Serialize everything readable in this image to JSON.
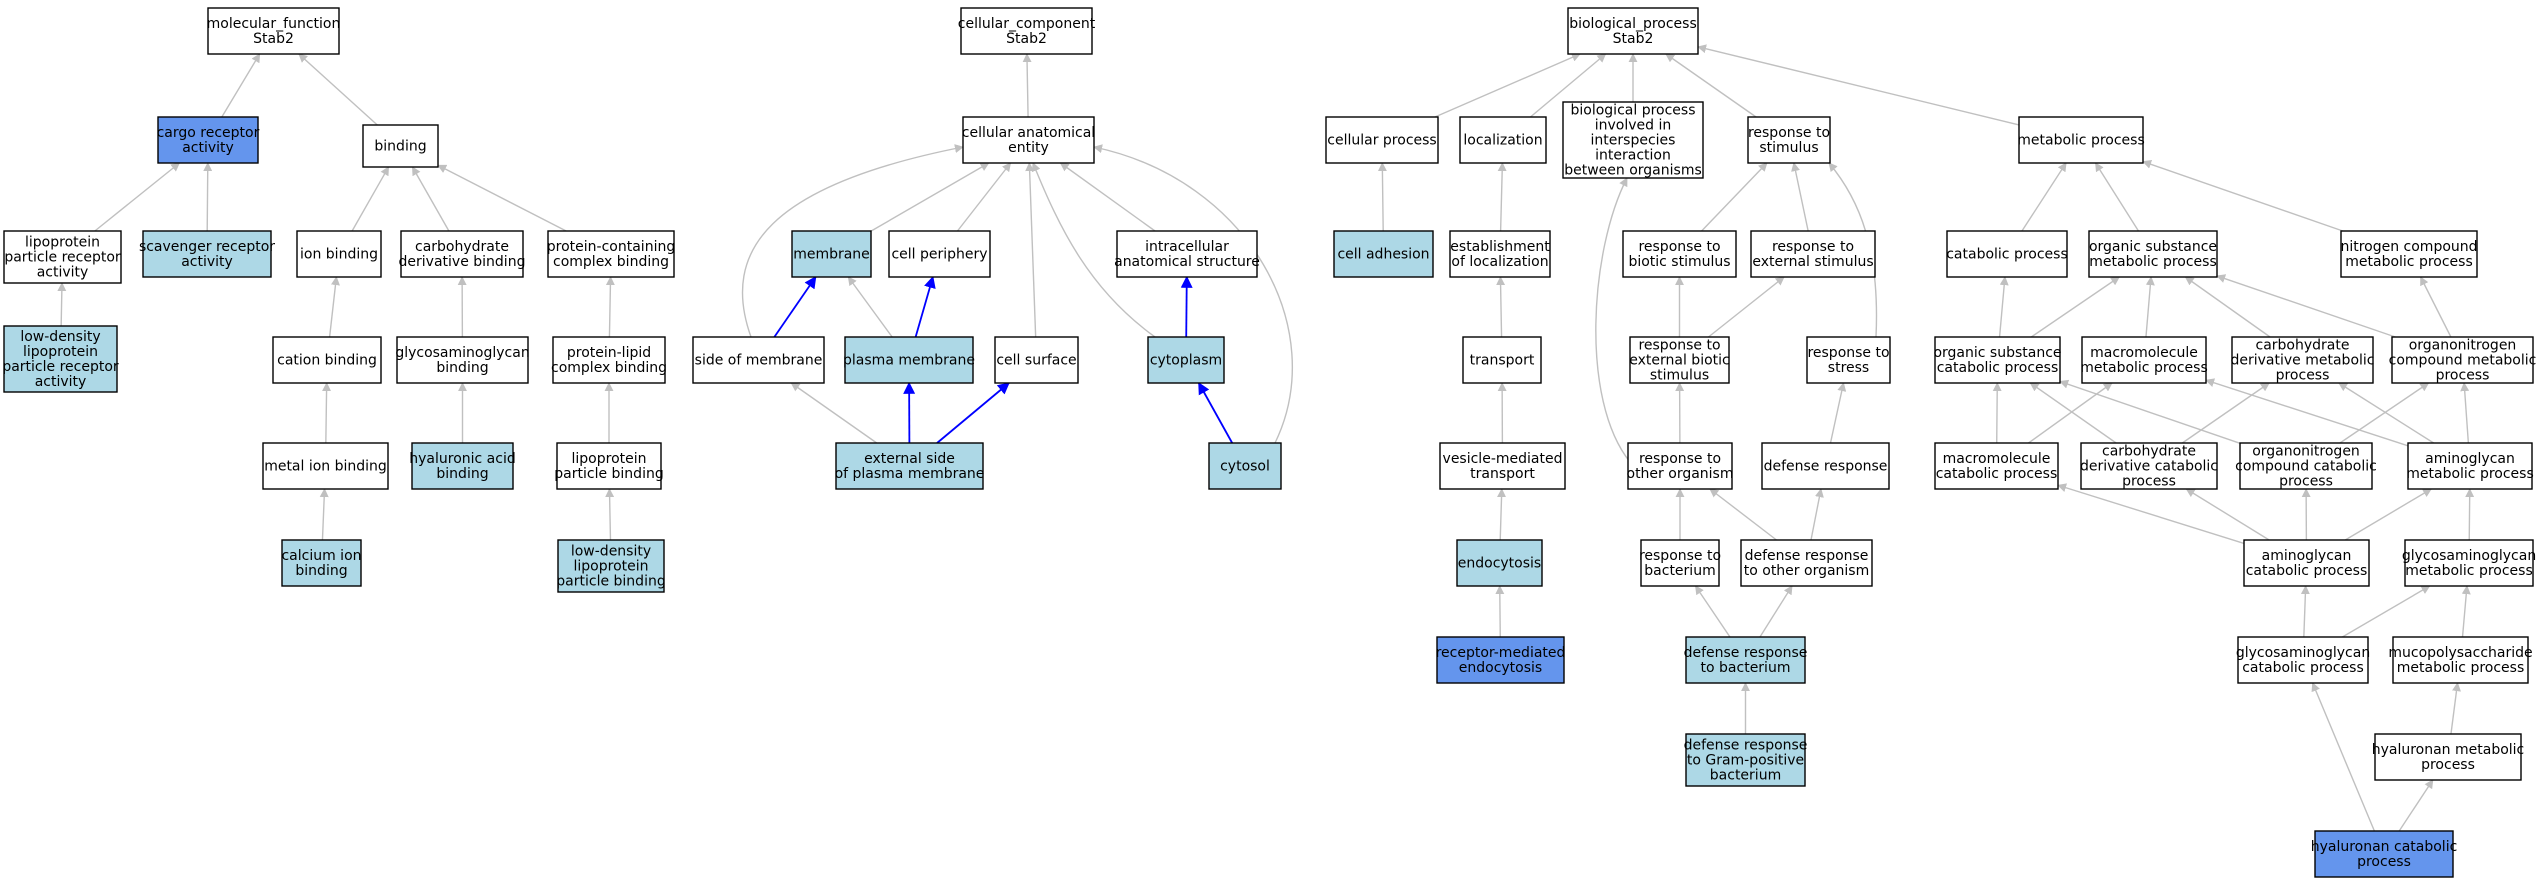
{
  "colors": {
    "plain": "#ffffff",
    "annotated": "#add8e6",
    "query": "#6495ed",
    "edge_gray": "#c0c0c0",
    "edge_blue": "#0000ff"
  },
  "nodes": [
    {
      "id": "mf",
      "lines": [
        "molecular_function",
        "Stab2"
      ],
      "kind": "plain"
    },
    {
      "id": "cargo",
      "lines": [
        "cargo receptor",
        "activity"
      ],
      "kind": "query"
    },
    {
      "id": "binding",
      "lines": [
        "binding"
      ],
      "kind": "plain"
    },
    {
      "id": "lipo_rec",
      "lines": [
        "lipoprotein",
        "particle receptor",
        "activity"
      ],
      "kind": "plain"
    },
    {
      "id": "scav",
      "lines": [
        "scavenger receptor",
        "activity"
      ],
      "kind": "annotated"
    },
    {
      "id": "ldl_rec",
      "lines": [
        "low-density",
        "lipoprotein",
        "particle receptor",
        "activity"
      ],
      "kind": "annotated"
    },
    {
      "id": "ion_b",
      "lines": [
        "ion binding"
      ],
      "kind": "plain"
    },
    {
      "id": "carb_b",
      "lines": [
        "carbohydrate",
        "derivative binding"
      ],
      "kind": "plain"
    },
    {
      "id": "prot_cx",
      "lines": [
        "protein-containing",
        "complex binding"
      ],
      "kind": "plain"
    },
    {
      "id": "cation_b",
      "lines": [
        "cation binding"
      ],
      "kind": "plain"
    },
    {
      "id": "gag_b",
      "lines": [
        "glycosaminoglycan",
        "binding"
      ],
      "kind": "plain"
    },
    {
      "id": "prot_lip",
      "lines": [
        "protein-lipid",
        "complex binding"
      ],
      "kind": "plain"
    },
    {
      "id": "metal_b",
      "lines": [
        "metal ion binding"
      ],
      "kind": "plain"
    },
    {
      "id": "hyal_b",
      "lines": [
        "hyaluronic acid",
        "binding"
      ],
      "kind": "annotated"
    },
    {
      "id": "lipo_b",
      "lines": [
        "lipoprotein",
        "particle binding"
      ],
      "kind": "plain"
    },
    {
      "id": "ca_b",
      "lines": [
        "calcium ion",
        "binding"
      ],
      "kind": "annotated"
    },
    {
      "id": "ldl_b",
      "lines": [
        "low-density",
        "lipoprotein",
        "particle binding"
      ],
      "kind": "annotated"
    },
    {
      "id": "cc",
      "lines": [
        "cellular_component",
        "Stab2"
      ],
      "kind": "plain"
    },
    {
      "id": "cae",
      "lines": [
        "cellular anatomical",
        "entity"
      ],
      "kind": "plain"
    },
    {
      "id": "membrane",
      "lines": [
        "membrane"
      ],
      "kind": "annotated"
    },
    {
      "id": "periph",
      "lines": [
        "cell periphery"
      ],
      "kind": "plain"
    },
    {
      "id": "intra",
      "lines": [
        "intracellular",
        "anatomical structure"
      ],
      "kind": "plain"
    },
    {
      "id": "side_m",
      "lines": [
        "side of membrane"
      ],
      "kind": "plain"
    },
    {
      "id": "plasma",
      "lines": [
        "plasma membrane"
      ],
      "kind": "annotated"
    },
    {
      "id": "surface",
      "lines": [
        "cell surface"
      ],
      "kind": "plain"
    },
    {
      "id": "cytoplasm",
      "lines": [
        "cytoplasm"
      ],
      "kind": "annotated"
    },
    {
      "id": "ext_pm",
      "lines": [
        "external side",
        "of plasma membrane"
      ],
      "kind": "annotated"
    },
    {
      "id": "cytosol",
      "lines": [
        "cytosol"
      ],
      "kind": "annotated"
    },
    {
      "id": "bp",
      "lines": [
        "biological_process",
        "Stab2"
      ],
      "kind": "plain"
    },
    {
      "id": "cell_proc",
      "lines": [
        "cellular process"
      ],
      "kind": "plain"
    },
    {
      "id": "local",
      "lines": [
        "localization"
      ],
      "kind": "plain"
    },
    {
      "id": "inter",
      "lines": [
        "biological process",
        "involved in",
        "interspecies",
        "interaction",
        "between organisms"
      ],
      "kind": "plain"
    },
    {
      "id": "stim",
      "lines": [
        "response to",
        "stimulus"
      ],
      "kind": "plain"
    },
    {
      "id": "metab",
      "lines": [
        "metabolic process"
      ],
      "kind": "plain"
    },
    {
      "id": "adhesion",
      "lines": [
        "cell adhesion"
      ],
      "kind": "annotated"
    },
    {
      "id": "estab",
      "lines": [
        "establishment",
        "of localization"
      ],
      "kind": "plain"
    },
    {
      "id": "biotic",
      "lines": [
        "response to",
        "biotic stimulus"
      ],
      "kind": "plain"
    },
    {
      "id": "extstim",
      "lines": [
        "response to",
        "external stimulus"
      ],
      "kind": "plain"
    },
    {
      "id": "catab",
      "lines": [
        "catabolic process"
      ],
      "kind": "plain"
    },
    {
      "id": "org_met",
      "lines": [
        "organic substance",
        "metabolic process"
      ],
      "kind": "plain"
    },
    {
      "id": "nit_met",
      "lines": [
        "nitrogen compound",
        "metabolic process"
      ],
      "kind": "plain"
    },
    {
      "id": "transport",
      "lines": [
        "transport"
      ],
      "kind": "plain"
    },
    {
      "id": "ext_biotic",
      "lines": [
        "response to",
        "external biotic",
        "stimulus"
      ],
      "kind": "plain"
    },
    {
      "id": "stress",
      "lines": [
        "response to",
        "stress"
      ],
      "kind": "plain"
    },
    {
      "id": "org_cat",
      "lines": [
        "organic substance",
        "catabolic process"
      ],
      "kind": "plain"
    },
    {
      "id": "macro_met",
      "lines": [
        "macromolecule",
        "metabolic process"
      ],
      "kind": "plain"
    },
    {
      "id": "carb_met",
      "lines": [
        "carbohydrate",
        "derivative metabolic",
        "process"
      ],
      "kind": "plain"
    },
    {
      "id": "on_met",
      "lines": [
        "organonitrogen",
        "compound metabolic",
        "process"
      ],
      "kind": "plain"
    },
    {
      "id": "vesicle",
      "lines": [
        "vesicle-mediated",
        "transport"
      ],
      "kind": "plain"
    },
    {
      "id": "other_org",
      "lines": [
        "response to",
        "other organism"
      ],
      "kind": "plain"
    },
    {
      "id": "defense",
      "lines": [
        "defense response"
      ],
      "kind": "plain"
    },
    {
      "id": "macro_cat",
      "lines": [
        "macromolecule",
        "catabolic process"
      ],
      "kind": "plain"
    },
    {
      "id": "carb_cat",
      "lines": [
        "carbohydrate",
        "derivative catabolic",
        "process"
      ],
      "kind": "plain"
    },
    {
      "id": "on_cat",
      "lines": [
        "organonitrogen",
        "compound catabolic",
        "process"
      ],
      "kind": "plain"
    },
    {
      "id": "amino_met",
      "lines": [
        "aminoglycan",
        "metabolic process"
      ],
      "kind": "plain"
    },
    {
      "id": "endo",
      "lines": [
        "endocytosis"
      ],
      "kind": "annotated"
    },
    {
      "id": "resp_bact",
      "lines": [
        "response to",
        "bacterium"
      ],
      "kind": "plain"
    },
    {
      "id": "def_other",
      "lines": [
        "defense response",
        "to other organism"
      ],
      "kind": "plain"
    },
    {
      "id": "amino_cat",
      "lines": [
        "aminoglycan",
        "catabolic process"
      ],
      "kind": "plain"
    },
    {
      "id": "gag_met",
      "lines": [
        "glycosaminoglycan",
        "metabolic process"
      ],
      "kind": "plain"
    },
    {
      "id": "rme",
      "lines": [
        "receptor-mediated",
        "endocytosis"
      ],
      "kind": "query"
    },
    {
      "id": "def_bact",
      "lines": [
        "defense response",
        "to bacterium"
      ],
      "kind": "annotated"
    },
    {
      "id": "gag_cat",
      "lines": [
        "glycosaminoglycan",
        "catabolic process"
      ],
      "kind": "plain"
    },
    {
      "id": "mps_met",
      "lines": [
        "mucopolysaccharide",
        "metabolic process"
      ],
      "kind": "plain"
    },
    {
      "id": "def_gram",
      "lines": [
        "defense response",
        "to Gram-positive",
        "bacterium"
      ],
      "kind": "annotated"
    },
    {
      "id": "hyal_met",
      "lines": [
        "hyaluronan metabolic",
        "process"
      ],
      "kind": "plain"
    },
    {
      "id": "hyal_cat",
      "lines": [
        "hyaluronan catabolic",
        "process"
      ],
      "kind": "query"
    }
  ],
  "edges": [
    {
      "from": "cargo",
      "to": "mf",
      "color": "gray"
    },
    {
      "from": "binding",
      "to": "mf",
      "color": "gray"
    },
    {
      "from": "lipo_rec",
      "to": "cargo",
      "color": "gray"
    },
    {
      "from": "scav",
      "to": "cargo",
      "color": "gray"
    },
    {
      "from": "ldl_rec",
      "to": "lipo_rec",
      "color": "gray"
    },
    {
      "from": "ion_b",
      "to": "binding",
      "color": "gray"
    },
    {
      "from": "carb_b",
      "to": "binding",
      "color": "gray"
    },
    {
      "from": "prot_cx",
      "to": "binding",
      "color": "gray"
    },
    {
      "from": "cation_b",
      "to": "ion_b",
      "color": "gray"
    },
    {
      "from": "gag_b",
      "to": "carb_b",
      "color": "gray"
    },
    {
      "from": "prot_lip",
      "to": "prot_cx",
      "color": "gray"
    },
    {
      "from": "metal_b",
      "to": "cation_b",
      "color": "gray"
    },
    {
      "from": "hyal_b",
      "to": "gag_b",
      "color": "gray"
    },
    {
      "from": "lipo_b",
      "to": "prot_lip",
      "color": "gray"
    },
    {
      "from": "ca_b",
      "to": "metal_b",
      "color": "gray"
    },
    {
      "from": "ldl_b",
      "to": "lipo_b",
      "color": "gray"
    },
    {
      "from": "cae",
      "to": "cc",
      "color": "gray"
    },
    {
      "from": "membrane",
      "to": "cae",
      "color": "gray"
    },
    {
      "from": "periph",
      "to": "cae",
      "color": "gray"
    },
    {
      "from": "surface",
      "to": "cae",
      "color": "gray"
    },
    {
      "from": "intra",
      "to": "cae",
      "color": "gray"
    },
    {
      "from": "side_m",
      "to": "cae",
      "color": "gray",
      "curve": "side_m_cae"
    },
    {
      "from": "cytoplasm",
      "to": "cae",
      "color": "gray",
      "curve": "cytoplasm_cae"
    },
    {
      "from": "cytosol",
      "to": "cae",
      "color": "gray",
      "curve": "cytosol_cae"
    },
    {
      "from": "side_m",
      "to": "membrane",
      "color": "blue"
    },
    {
      "from": "plasma",
      "to": "membrane",
      "color": "gray"
    },
    {
      "from": "plasma",
      "to": "periph",
      "color": "blue"
    },
    {
      "from": "cytoplasm",
      "to": "intra",
      "color": "blue"
    },
    {
      "from": "ext_pm",
      "to": "side_m",
      "color": "gray"
    },
    {
      "from": "ext_pm",
      "to": "plasma",
      "color": "blue"
    },
    {
      "from": "ext_pm",
      "to": "surface",
      "color": "blue"
    },
    {
      "from": "cytosol",
      "to": "cytoplasm",
      "color": "blue"
    },
    {
      "from": "cell_proc",
      "to": "bp",
      "color": "gray"
    },
    {
      "from": "local",
      "to": "bp",
      "color": "gray"
    },
    {
      "from": "inter",
      "to": "bp",
      "color": "gray"
    },
    {
      "from": "stim",
      "to": "bp",
      "color": "gray"
    },
    {
      "from": "metab",
      "to": "bp",
      "color": "gray"
    },
    {
      "from": "adhesion",
      "to": "cell_proc",
      "color": "gray"
    },
    {
      "from": "estab",
      "to": "local",
      "color": "gray"
    },
    {
      "from": "biotic",
      "to": "stim",
      "color": "gray"
    },
    {
      "from": "extstim",
      "to": "stim",
      "color": "gray"
    },
    {
      "from": "stress",
      "to": "stim",
      "color": "gray",
      "curve": "stress_stim"
    },
    {
      "from": "catab",
      "to": "metab",
      "color": "gray"
    },
    {
      "from": "org_met",
      "to": "metab",
      "color": "gray"
    },
    {
      "from": "nit_met",
      "to": "metab",
      "color": "gray"
    },
    {
      "from": "transport",
      "to": "estab",
      "color": "gray"
    },
    {
      "from": "ext_biotic",
      "to": "biotic",
      "color": "gray"
    },
    {
      "from": "ext_biotic",
      "to": "extstim",
      "color": "gray"
    },
    {
      "from": "org_cat",
      "to": "catab",
      "color": "gray"
    },
    {
      "from": "org_cat",
      "to": "org_met",
      "color": "gray"
    },
    {
      "from": "macro_met",
      "to": "org_met",
      "color": "gray"
    },
    {
      "from": "carb_met",
      "to": "org_met",
      "color": "gray"
    },
    {
      "from": "on_met",
      "to": "org_met",
      "color": "gray"
    },
    {
      "from": "on_met",
      "to": "nit_met",
      "color": "gray"
    },
    {
      "from": "vesicle",
      "to": "transport",
      "color": "gray"
    },
    {
      "from": "other_org",
      "to": "ext_biotic",
      "color": "gray"
    },
    {
      "from": "other_org",
      "to": "inter",
      "color": "gray",
      "curve": "other_org_inter"
    },
    {
      "from": "defense",
      "to": "stress",
      "color": "gray"
    },
    {
      "from": "macro_cat",
      "to": "org_cat",
      "color": "gray"
    },
    {
      "from": "macro_cat",
      "to": "macro_met",
      "color": "gray"
    },
    {
      "from": "carb_cat",
      "to": "org_cat",
      "color": "gray"
    },
    {
      "from": "carb_cat",
      "to": "carb_met",
      "color": "gray"
    },
    {
      "from": "on_cat",
      "to": "on_met",
      "color": "gray"
    },
    {
      "from": "on_cat",
      "to": "org_cat",
      "color": "gray"
    },
    {
      "from": "amino_met",
      "to": "macro_met",
      "color": "gray"
    },
    {
      "from": "amino_met",
      "to": "carb_met",
      "color": "gray"
    },
    {
      "from": "amino_met",
      "to": "on_met",
      "color": "gray"
    },
    {
      "from": "endo",
      "to": "vesicle",
      "color": "gray"
    },
    {
      "from": "resp_bact",
      "to": "other_org",
      "color": "gray"
    },
    {
      "from": "def_other",
      "to": "other_org",
      "color": "gray"
    },
    {
      "from": "def_other",
      "to": "defense",
      "color": "gray"
    },
    {
      "from": "amino_cat",
      "to": "macro_cat",
      "color": "gray"
    },
    {
      "from": "amino_cat",
      "to": "carb_cat",
      "color": "gray"
    },
    {
      "from": "amino_cat",
      "to": "on_cat",
      "color": "gray"
    },
    {
      "from": "amino_cat",
      "to": "amino_met",
      "color": "gray"
    },
    {
      "from": "gag_met",
      "to": "amino_met",
      "color": "gray"
    },
    {
      "from": "rme",
      "to": "endo",
      "color": "gray"
    },
    {
      "from": "def_bact",
      "to": "resp_bact",
      "color": "gray"
    },
    {
      "from": "def_bact",
      "to": "def_other",
      "color": "gray"
    },
    {
      "from": "gag_cat",
      "to": "amino_cat",
      "color": "gray"
    },
    {
      "from": "gag_cat",
      "to": "gag_met",
      "color": "gray"
    },
    {
      "from": "mps_met",
      "to": "gag_met",
      "color": "gray"
    },
    {
      "from": "def_gram",
      "to": "def_bact",
      "color": "gray"
    },
    {
      "from": "hyal_met",
      "to": "mps_met",
      "color": "gray"
    },
    {
      "from": "hyal_cat",
      "to": "hyal_met",
      "color": "gray"
    },
    {
      "from": "hyal_cat",
      "to": "gag_cat",
      "color": "gray"
    }
  ]
}
